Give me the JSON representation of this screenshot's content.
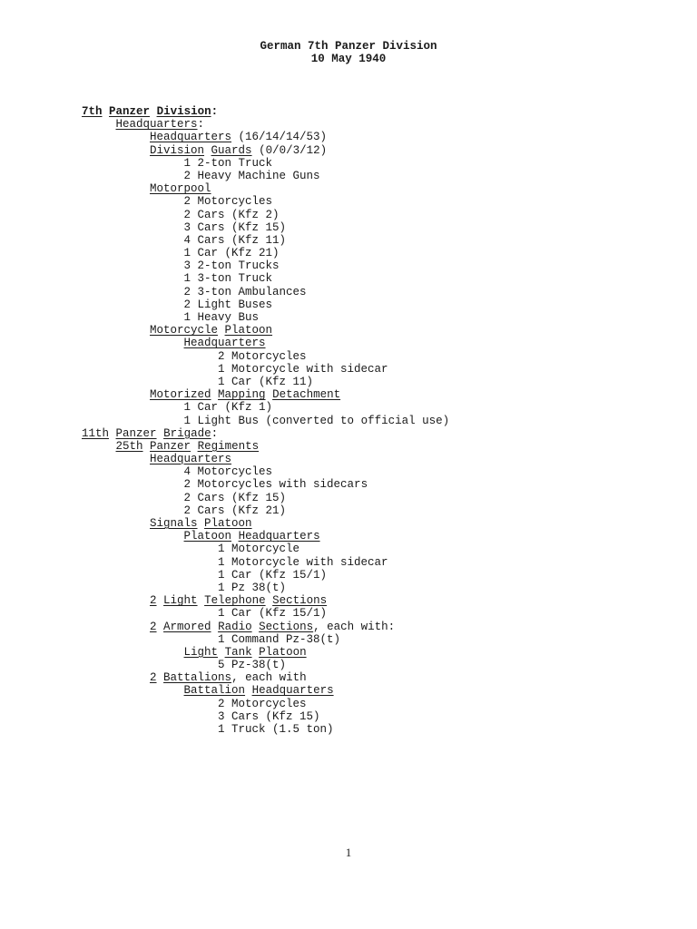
{
  "document": {
    "title_line1": "German 7th Panzer Division",
    "title_line2": "10 May 1940",
    "page_number": "1",
    "indent_chars": 5,
    "lines": [
      {
        "level": 0,
        "bold": true,
        "segments": [
          {
            "t": "7th",
            "u": true
          },
          {
            "t": " "
          },
          {
            "t": "Panzer",
            "u": true
          },
          {
            "t": " "
          },
          {
            "t": "Division",
            "u": true
          },
          {
            "t": ":"
          }
        ]
      },
      {
        "level": 1,
        "segments": [
          {
            "t": "Headquarters",
            "u": true
          },
          {
            "t": ":"
          }
        ]
      },
      {
        "level": 2,
        "segments": [
          {
            "t": "Headquarters",
            "u": true
          },
          {
            "t": " (16/14/14/53)"
          }
        ]
      },
      {
        "level": 2,
        "segments": [
          {
            "t": "Division",
            "u": true
          },
          {
            "t": " "
          },
          {
            "t": "Guards",
            "u": true
          },
          {
            "t": " (0/0/3/12)"
          }
        ]
      },
      {
        "level": 3,
        "segments": [
          {
            "t": "1 2-ton Truck"
          }
        ]
      },
      {
        "level": 3,
        "segments": [
          {
            "t": "2 Heavy Machine Guns"
          }
        ]
      },
      {
        "level": 2,
        "segments": [
          {
            "t": "Motorpool",
            "u": true
          }
        ]
      },
      {
        "level": 3,
        "segments": [
          {
            "t": "2 Motorcycles"
          }
        ]
      },
      {
        "level": 3,
        "segments": [
          {
            "t": "2 Cars (Kfz 2)"
          }
        ]
      },
      {
        "level": 3,
        "segments": [
          {
            "t": "3 Cars (Kfz 15)"
          }
        ]
      },
      {
        "level": 3,
        "segments": [
          {
            "t": "4 Cars (Kfz 11)"
          }
        ]
      },
      {
        "level": 3,
        "segments": [
          {
            "t": "1 Car (Kfz 21)"
          }
        ]
      },
      {
        "level": 3,
        "segments": [
          {
            "t": "3 2-ton Trucks"
          }
        ]
      },
      {
        "level": 3,
        "segments": [
          {
            "t": "1 3-ton Truck"
          }
        ]
      },
      {
        "level": 3,
        "segments": [
          {
            "t": "2 3-ton Ambulances"
          }
        ]
      },
      {
        "level": 3,
        "segments": [
          {
            "t": "2 Light Buses"
          }
        ]
      },
      {
        "level": 3,
        "segments": [
          {
            "t": "1 Heavy Bus"
          }
        ]
      },
      {
        "level": 2,
        "segments": [
          {
            "t": "Motorcycle",
            "u": true
          },
          {
            "t": " "
          },
          {
            "t": "Platoon",
            "u": true
          }
        ]
      },
      {
        "level": 3,
        "segments": [
          {
            "t": "Headquarters",
            "u": true
          }
        ]
      },
      {
        "level": 4,
        "segments": [
          {
            "t": "2 Motorcycles"
          }
        ]
      },
      {
        "level": 4,
        "segments": [
          {
            "t": "1 Motorcycle with sidecar"
          }
        ]
      },
      {
        "level": 4,
        "segments": [
          {
            "t": "1 Car (Kfz 11)"
          }
        ]
      },
      {
        "level": 2,
        "segments": [
          {
            "t": "Motorized",
            "u": true
          },
          {
            "t": " "
          },
          {
            "t": "Mapping",
            "u": true
          },
          {
            "t": " "
          },
          {
            "t": "Detachment",
            "u": true
          }
        ]
      },
      {
        "level": 3,
        "segments": [
          {
            "t": "1 Car (Kfz 1)"
          }
        ]
      },
      {
        "level": 3,
        "segments": [
          {
            "t": "1 Light Bus (converted to official use)"
          }
        ]
      },
      {
        "level": 0,
        "segments": [
          {
            "t": "11th",
            "u": true
          },
          {
            "t": " "
          },
          {
            "t": "Panzer",
            "u": true
          },
          {
            "t": " "
          },
          {
            "t": "Brigade",
            "u": true
          },
          {
            "t": ":"
          }
        ]
      },
      {
        "level": 1,
        "segments": [
          {
            "t": "25th",
            "u": true
          },
          {
            "t": " "
          },
          {
            "t": "Panzer",
            "u": true
          },
          {
            "t": " "
          },
          {
            "t": "Regiments",
            "u": true
          }
        ]
      },
      {
        "level": 2,
        "segments": [
          {
            "t": "Headquarters",
            "u": true
          }
        ]
      },
      {
        "level": 3,
        "segments": [
          {
            "t": "4 Motorcycles"
          }
        ]
      },
      {
        "level": 3,
        "segments": [
          {
            "t": "2 Motorcycles with sidecars"
          }
        ]
      },
      {
        "level": 3,
        "segments": [
          {
            "t": "2 Cars (Kfz 15)"
          }
        ]
      },
      {
        "level": 3,
        "segments": [
          {
            "t": "2 Cars (Kfz 21)"
          }
        ]
      },
      {
        "level": 2,
        "segments": [
          {
            "t": "Signals",
            "u": true
          },
          {
            "t": " "
          },
          {
            "t": "Platoon",
            "u": true
          }
        ]
      },
      {
        "level": 3,
        "segments": [
          {
            "t": "Platoon",
            "u": true
          },
          {
            "t": " "
          },
          {
            "t": "Headquarters",
            "u": true
          }
        ]
      },
      {
        "level": 4,
        "segments": [
          {
            "t": "1 Motorcycle"
          }
        ]
      },
      {
        "level": 4,
        "segments": [
          {
            "t": "1 Motorcycle with sidecar"
          }
        ]
      },
      {
        "level": 4,
        "segments": [
          {
            "t": "1 Car (Kfz 15/1)"
          }
        ]
      },
      {
        "level": 4,
        "segments": [
          {
            "t": "1 Pz 38(t)"
          }
        ]
      },
      {
        "level": 2,
        "segments": [
          {
            "t": "2",
            "u": true
          },
          {
            "t": " "
          },
          {
            "t": "Light",
            "u": true
          },
          {
            "t": " "
          },
          {
            "t": "Telephone",
            "u": true
          },
          {
            "t": " "
          },
          {
            "t": "Sections",
            "u": true
          }
        ]
      },
      {
        "level": 4,
        "segments": [
          {
            "t": "1 Car (Kfz 15/1)"
          }
        ]
      },
      {
        "level": 2,
        "segments": [
          {
            "t": "2",
            "u": true
          },
          {
            "t": " "
          },
          {
            "t": "Armored",
            "u": true
          },
          {
            "t": " "
          },
          {
            "t": "Radio",
            "u": true
          },
          {
            "t": " "
          },
          {
            "t": "Sections",
            "u": true
          },
          {
            "t": ", each with:"
          }
        ]
      },
      {
        "level": 4,
        "segments": [
          {
            "t": "1 Command Pz-38(t)"
          }
        ]
      },
      {
        "level": 3,
        "segments": [
          {
            "t": "Light",
            "u": true
          },
          {
            "t": " "
          },
          {
            "t": "Tank",
            "u": true
          },
          {
            "t": " "
          },
          {
            "t": "Platoon",
            "u": true
          }
        ]
      },
      {
        "level": 4,
        "segments": [
          {
            "t": "5 Pz-38(t)"
          }
        ]
      },
      {
        "level": 2,
        "segments": [
          {
            "t": "2",
            "u": true
          },
          {
            "t": " "
          },
          {
            "t": "Battalions",
            "u": true
          },
          {
            "t": ", each with"
          }
        ]
      },
      {
        "level": 3,
        "segments": [
          {
            "t": "Battalion",
            "u": true
          },
          {
            "t": " "
          },
          {
            "t": "Headquarters",
            "u": true
          }
        ]
      },
      {
        "level": 4,
        "segments": [
          {
            "t": "2 Motorcycles"
          }
        ]
      },
      {
        "level": 4,
        "segments": [
          {
            "t": "3 Cars (Kfz 15)"
          }
        ]
      },
      {
        "level": 4,
        "segments": [
          {
            "t": "1 Truck (1.5 ton)"
          }
        ]
      }
    ]
  }
}
